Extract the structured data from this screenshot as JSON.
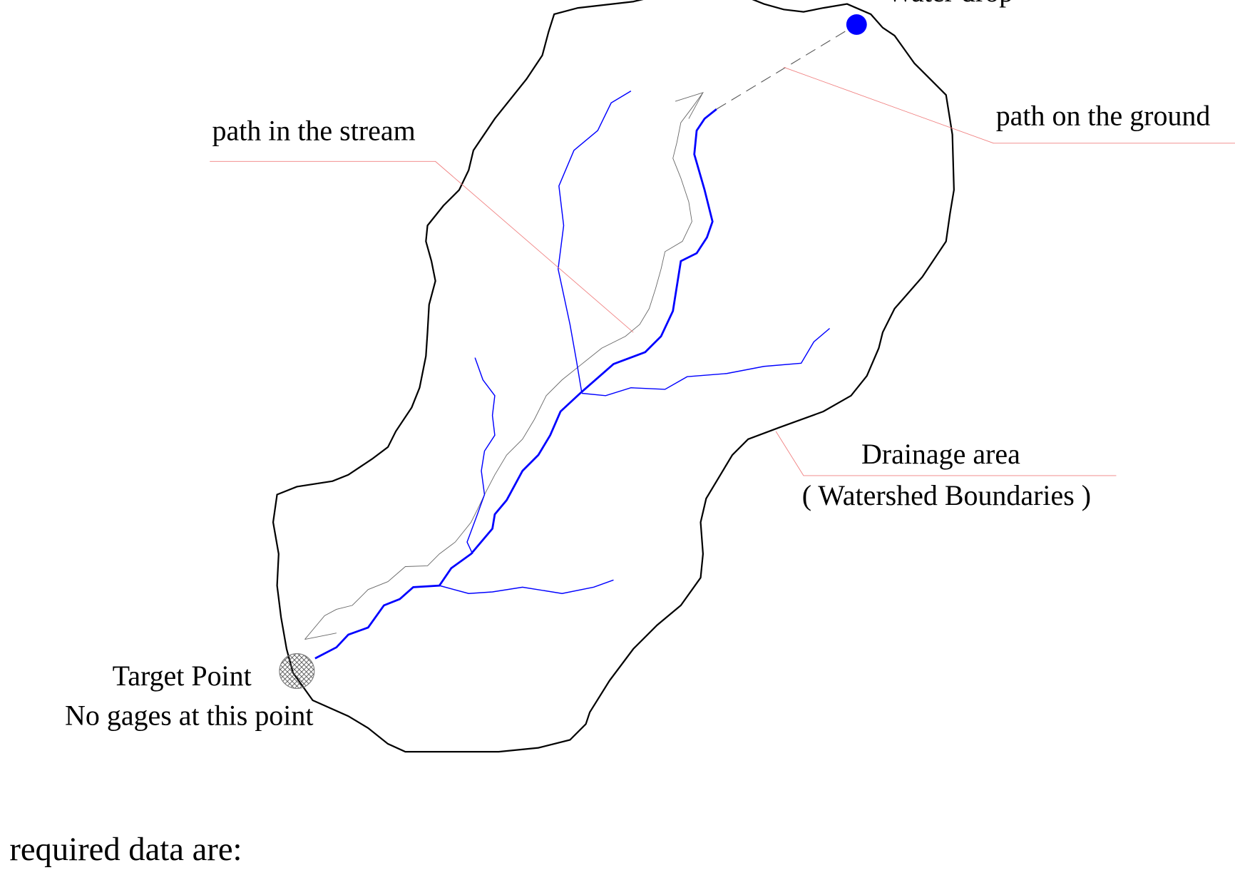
{
  "labels": {
    "water_drop": "Water drop",
    "path_on_ground": "path on the ground",
    "path_in_stream": "path in the stream",
    "drainage_area": "Drainage area",
    "watershed_boundaries": "( Watershed Boundaries )",
    "target_point": "Target Point",
    "no_gages": "No gages at this point",
    "required_data": "required data are:"
  },
  "colors": {
    "boundary": "#000000",
    "stream": "#0000ff",
    "leader": "#f08080",
    "ground_path": "#555555"
  }
}
